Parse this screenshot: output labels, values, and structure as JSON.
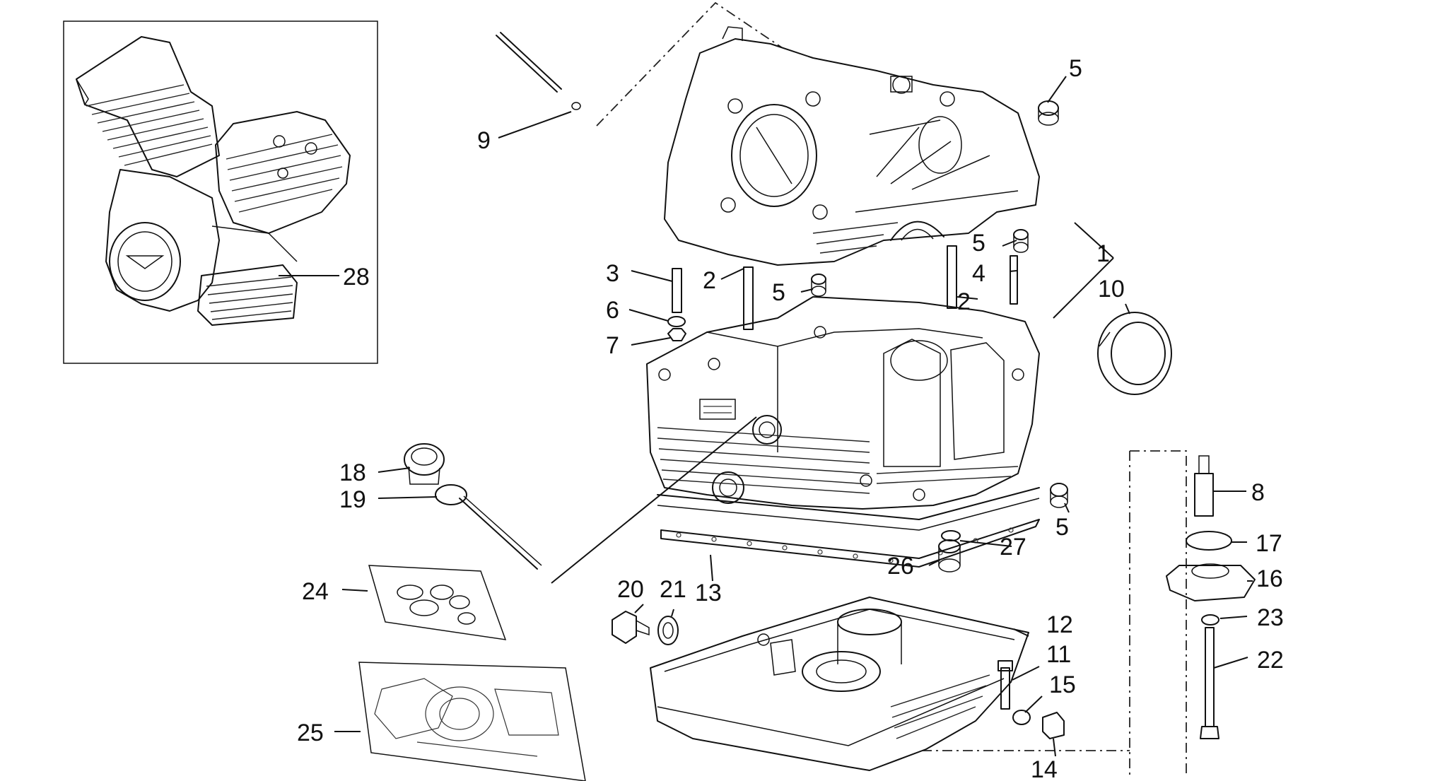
{
  "callouts": [
    {
      "id": "c1",
      "text": "1"
    },
    {
      "id": "c2a",
      "text": "2"
    },
    {
      "id": "c2b",
      "text": "2"
    },
    {
      "id": "c3",
      "text": "3"
    },
    {
      "id": "c4",
      "text": "4"
    },
    {
      "id": "c5a",
      "text": "5"
    },
    {
      "id": "c5b",
      "text": "5"
    },
    {
      "id": "c5c",
      "text": "5"
    },
    {
      "id": "c5d",
      "text": "5"
    },
    {
      "id": "c6",
      "text": "6"
    },
    {
      "id": "c7",
      "text": "7"
    },
    {
      "id": "c8",
      "text": "8"
    },
    {
      "id": "c9",
      "text": "9"
    },
    {
      "id": "c10",
      "text": "10"
    },
    {
      "id": "c11",
      "text": "11"
    },
    {
      "id": "c12",
      "text": "12"
    },
    {
      "id": "c13",
      "text": "13"
    },
    {
      "id": "c14",
      "text": "14"
    },
    {
      "id": "c15",
      "text": "15"
    },
    {
      "id": "c16",
      "text": "16"
    },
    {
      "id": "c17",
      "text": "17"
    },
    {
      "id": "c18",
      "text": "18"
    },
    {
      "id": "c19",
      "text": "19"
    },
    {
      "id": "c20",
      "text": "20"
    },
    {
      "id": "c21",
      "text": "21"
    },
    {
      "id": "c22",
      "text": "22"
    },
    {
      "id": "c23",
      "text": "23"
    },
    {
      "id": "c24",
      "text": "24"
    },
    {
      "id": "c25",
      "text": "25"
    },
    {
      "id": "c26",
      "text": "26"
    },
    {
      "id": "c27",
      "text": "27"
    },
    {
      "id": "c28",
      "text": "28"
    }
  ],
  "colors": {
    "line": "#111111",
    "background": "#ffffff"
  }
}
